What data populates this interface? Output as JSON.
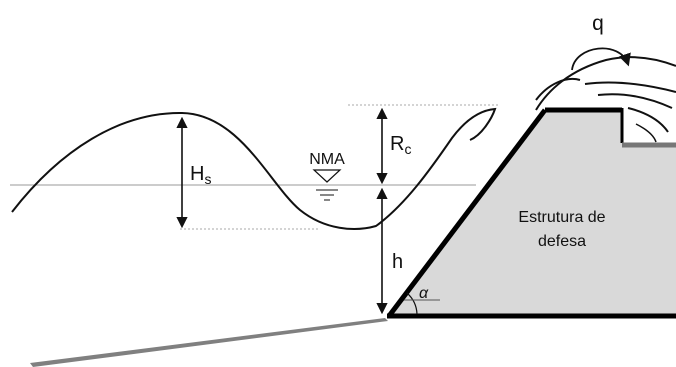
{
  "labels": {
    "q": "q",
    "hs_main": "H",
    "hs_sub": "s",
    "rc_main": "R",
    "rc_sub": "c",
    "nma": "NMA",
    "h": "h",
    "alpha": "α",
    "structure_line1": "Estrutura de",
    "structure_line2": "defesa"
  },
  "colors": {
    "structure_fill": "#d9d9d9",
    "structure_outline": "#000000",
    "seabed": "#808080",
    "wave_line": "#111111",
    "reference_lines": "#999999"
  }
}
